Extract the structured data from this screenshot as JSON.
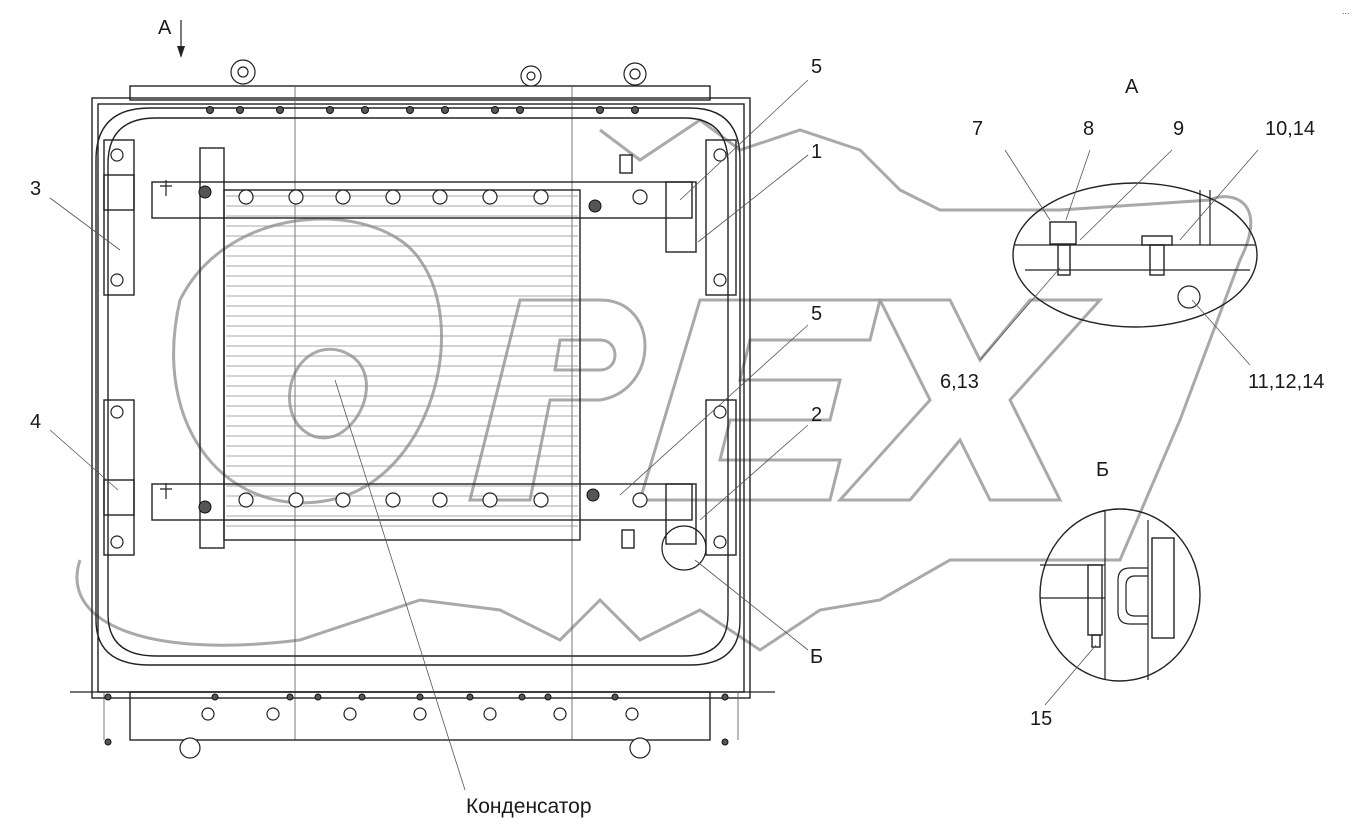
{
  "view_labels": {
    "arrow_a": "А",
    "view_a": "А",
    "view_b": "Б"
  },
  "callouts": {
    "c1": "1",
    "c2": "2",
    "c3": "3",
    "c4": "4",
    "c5_top": "5",
    "c5_mid": "5",
    "c7": "7",
    "c8": "8",
    "c9": "9",
    "c10_14": "10,14",
    "c6_13": "6,13",
    "c11_12_14": "11,12,14",
    "c15": "15",
    "c_b": "Б"
  },
  "condenser_label": "Конденсатор",
  "watermark_logo_text": "OPEX",
  "corner_mark": "...",
  "colors": {
    "line": "#222222",
    "watermark": "#9a9a9a",
    "background": "#ffffff"
  }
}
